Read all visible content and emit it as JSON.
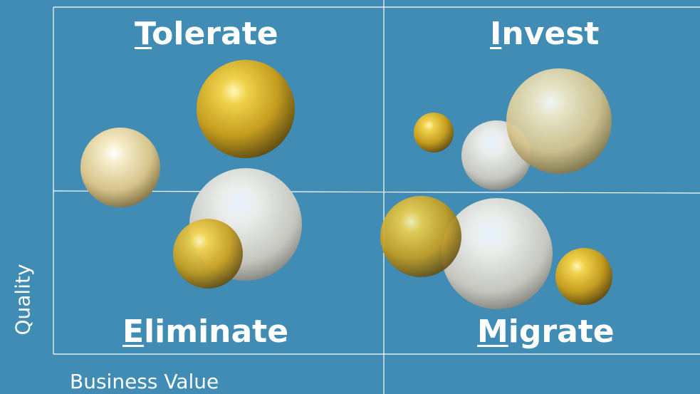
{
  "quadrants": {
    "tolerate": {
      "initial": "T",
      "rest": "olerate"
    },
    "invest": {
      "initial": "I",
      "rest": "nvest"
    },
    "eliminate": {
      "initial": "E",
      "rest": "liminate"
    },
    "migrate": {
      "initial": "M",
      "rest": "igrate"
    }
  },
  "axes": {
    "x_label": "Business Value",
    "y_label": "Quality"
  },
  "colors": {
    "background": "#418cb4",
    "grid_lines": "#ffffff",
    "gold": "#d8b43a",
    "cream": "#e9dfb8",
    "silver": "#e6e6e3"
  },
  "bubbles": [
    {
      "name": "bubble-gold-tolerate-large",
      "tone": "gold"
    },
    {
      "name": "bubble-cream-tolerate",
      "tone": "cream"
    },
    {
      "name": "bubble-silver-center-left",
      "tone": "silver"
    },
    {
      "name": "bubble-gold-eliminate",
      "tone": "gold"
    },
    {
      "name": "bubble-gold-invest-small",
      "tone": "gold"
    },
    {
      "name": "bubble-silver-invest",
      "tone": "silver"
    },
    {
      "name": "bubble-cream-invest-large",
      "tone": "cream"
    },
    {
      "name": "bubble-silver-migrate-large",
      "tone": "silver"
    },
    {
      "name": "bubble-gold-migrate-left",
      "tone": "gold"
    },
    {
      "name": "bubble-gold-migrate-right",
      "tone": "gold"
    }
  ]
}
